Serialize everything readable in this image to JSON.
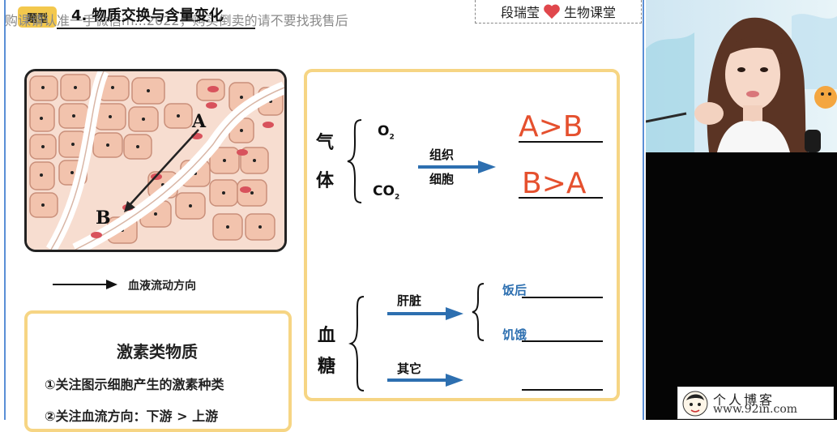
{
  "header": {
    "watermark": "购课请认准一手微信m...2022，购买倒卖的请不要找我售后",
    "tag": "题型",
    "section_title": "4. 物质交换与含量变化",
    "brand_left": "段瑞莹",
    "brand_right": "生物课堂"
  },
  "tissue": {
    "label_a": "A",
    "label_b": "B",
    "legend_label": "血液流动方向"
  },
  "hormone_box": {
    "title": "激素类物质",
    "line1": "①关注图示细胞产生的激素种类",
    "line2": "②关注血流方向：下游 > 上游"
  },
  "gas": {
    "title_chars": [
      "气",
      "体"
    ],
    "o2": "O",
    "o2_sub": "2",
    "co2": "CO",
    "co2_sub": "2",
    "arrow_label_1": "组织",
    "arrow_label_2": "细胞",
    "answer_1": "A>B",
    "answer_2": "B>A"
  },
  "sugar": {
    "title_chars": [
      "血",
      "糖"
    ],
    "liver": "肝脏",
    "other": "其它",
    "after_meal": "饭后",
    "hungry": "饥饿"
  },
  "blog": {
    "name": "个人博客",
    "url": "www.92in.com"
  },
  "colors": {
    "accent_blue": "#2d6fb0",
    "box_yellow": "#f6d584",
    "handwriting": "#e5502e",
    "heart": "#e0474c"
  }
}
